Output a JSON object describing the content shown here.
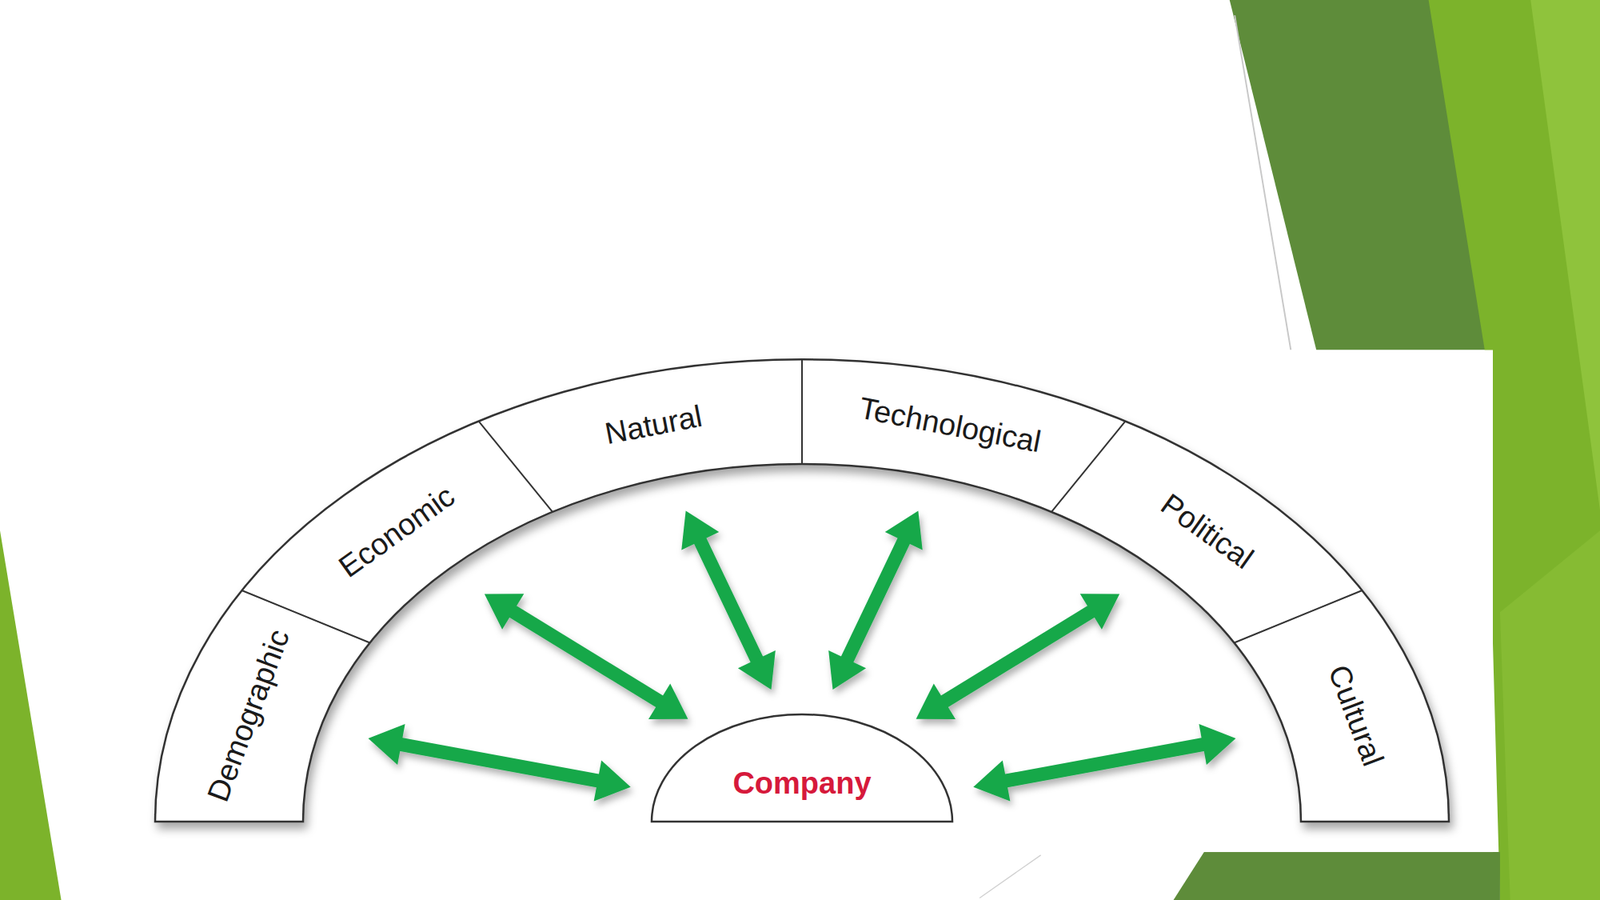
{
  "diagram": {
    "nodes": [
      {
        "text": [
          "Demographic"
        ]
      },
      {
        "text": [
          "Economic"
        ]
      },
      {
        "text": [
          "Natural"
        ]
      },
      {
        "text": [
          "Technological"
        ]
      },
      {
        "text": [
          "Political"
        ]
      },
      {
        "text": [
          "Cultural"
        ]
      },
      {
        "text": [
          "Company"
        ]
      }
    ],
    "edges": [
      {
        "from": 6,
        "to": 0,
        "arrow": "both"
      },
      {
        "from": 6,
        "to": 1,
        "arrow": "both"
      },
      {
        "from": 6,
        "to": 2,
        "arrow": "both"
      },
      {
        "from": 6,
        "to": 3,
        "arrow": "both"
      },
      {
        "from": 6,
        "to": 4,
        "arrow": "both"
      },
      {
        "from": 6,
        "to": 5,
        "arrow": "both"
      }
    ]
  }
}
